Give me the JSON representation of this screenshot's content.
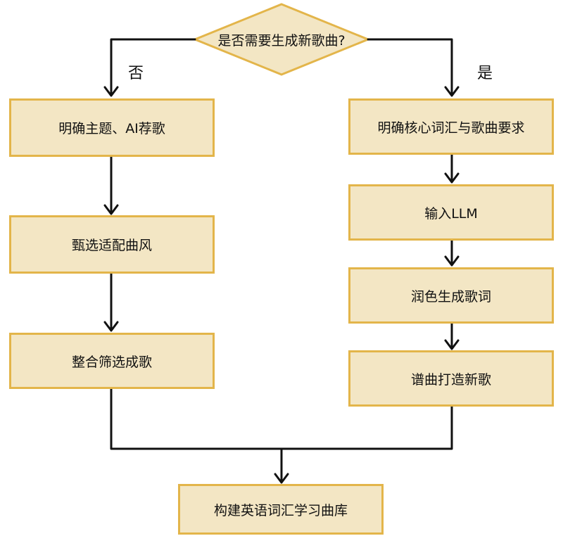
{
  "decision": {
    "label": "是否需要生成新歌曲?"
  },
  "branches": {
    "no_label": "否",
    "yes_label": "是"
  },
  "left_steps": [
    {
      "label": "明确主题、AI荐歌"
    },
    {
      "label": "甄选适配曲风"
    },
    {
      "label": "整合筛选成歌"
    }
  ],
  "right_steps": [
    {
      "label": "明确核心词汇与歌曲要求"
    },
    {
      "label": "输入LLM"
    },
    {
      "label": "润色生成歌词"
    },
    {
      "label": "谱曲打造新歌"
    }
  ],
  "final_step": {
    "label": "构建英语词汇学习曲库"
  },
  "colors": {
    "box_fill": "#f3e6c4",
    "box_border": "#e3b54a",
    "arrow": "#111111"
  }
}
